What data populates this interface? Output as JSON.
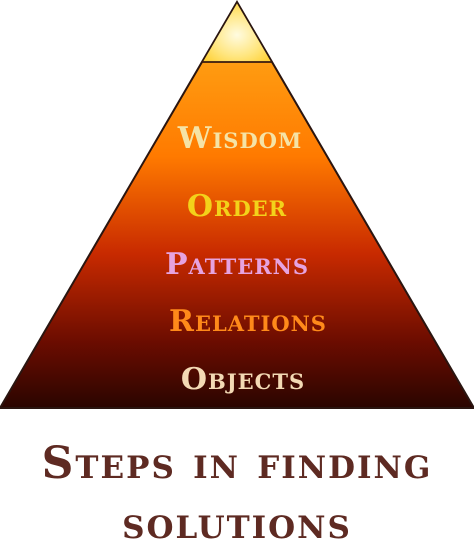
{
  "levels": [
    {
      "label": "Wisdom",
      "color": "#f5e3a6"
    },
    {
      "label": "Order",
      "color": "#f3d21a"
    },
    {
      "label": "Patterns",
      "color": "#e6a3e0"
    },
    {
      "label": "Relations",
      "color": "#ff8a1a"
    },
    {
      "label": "Objects",
      "color": "#f3d9b4"
    }
  ],
  "caption": {
    "line1": "Steps in finding",
    "line2": "solutions",
    "color": "#5e2a22"
  },
  "colors": {
    "apex_light": "#fffbe0",
    "apex_mid": "#ffd23a",
    "upper": "#ff7a00",
    "middle": "#c82a00",
    "lower": "#6a0c00",
    "base": "#2a0500",
    "outline": "#2a1510"
  }
}
